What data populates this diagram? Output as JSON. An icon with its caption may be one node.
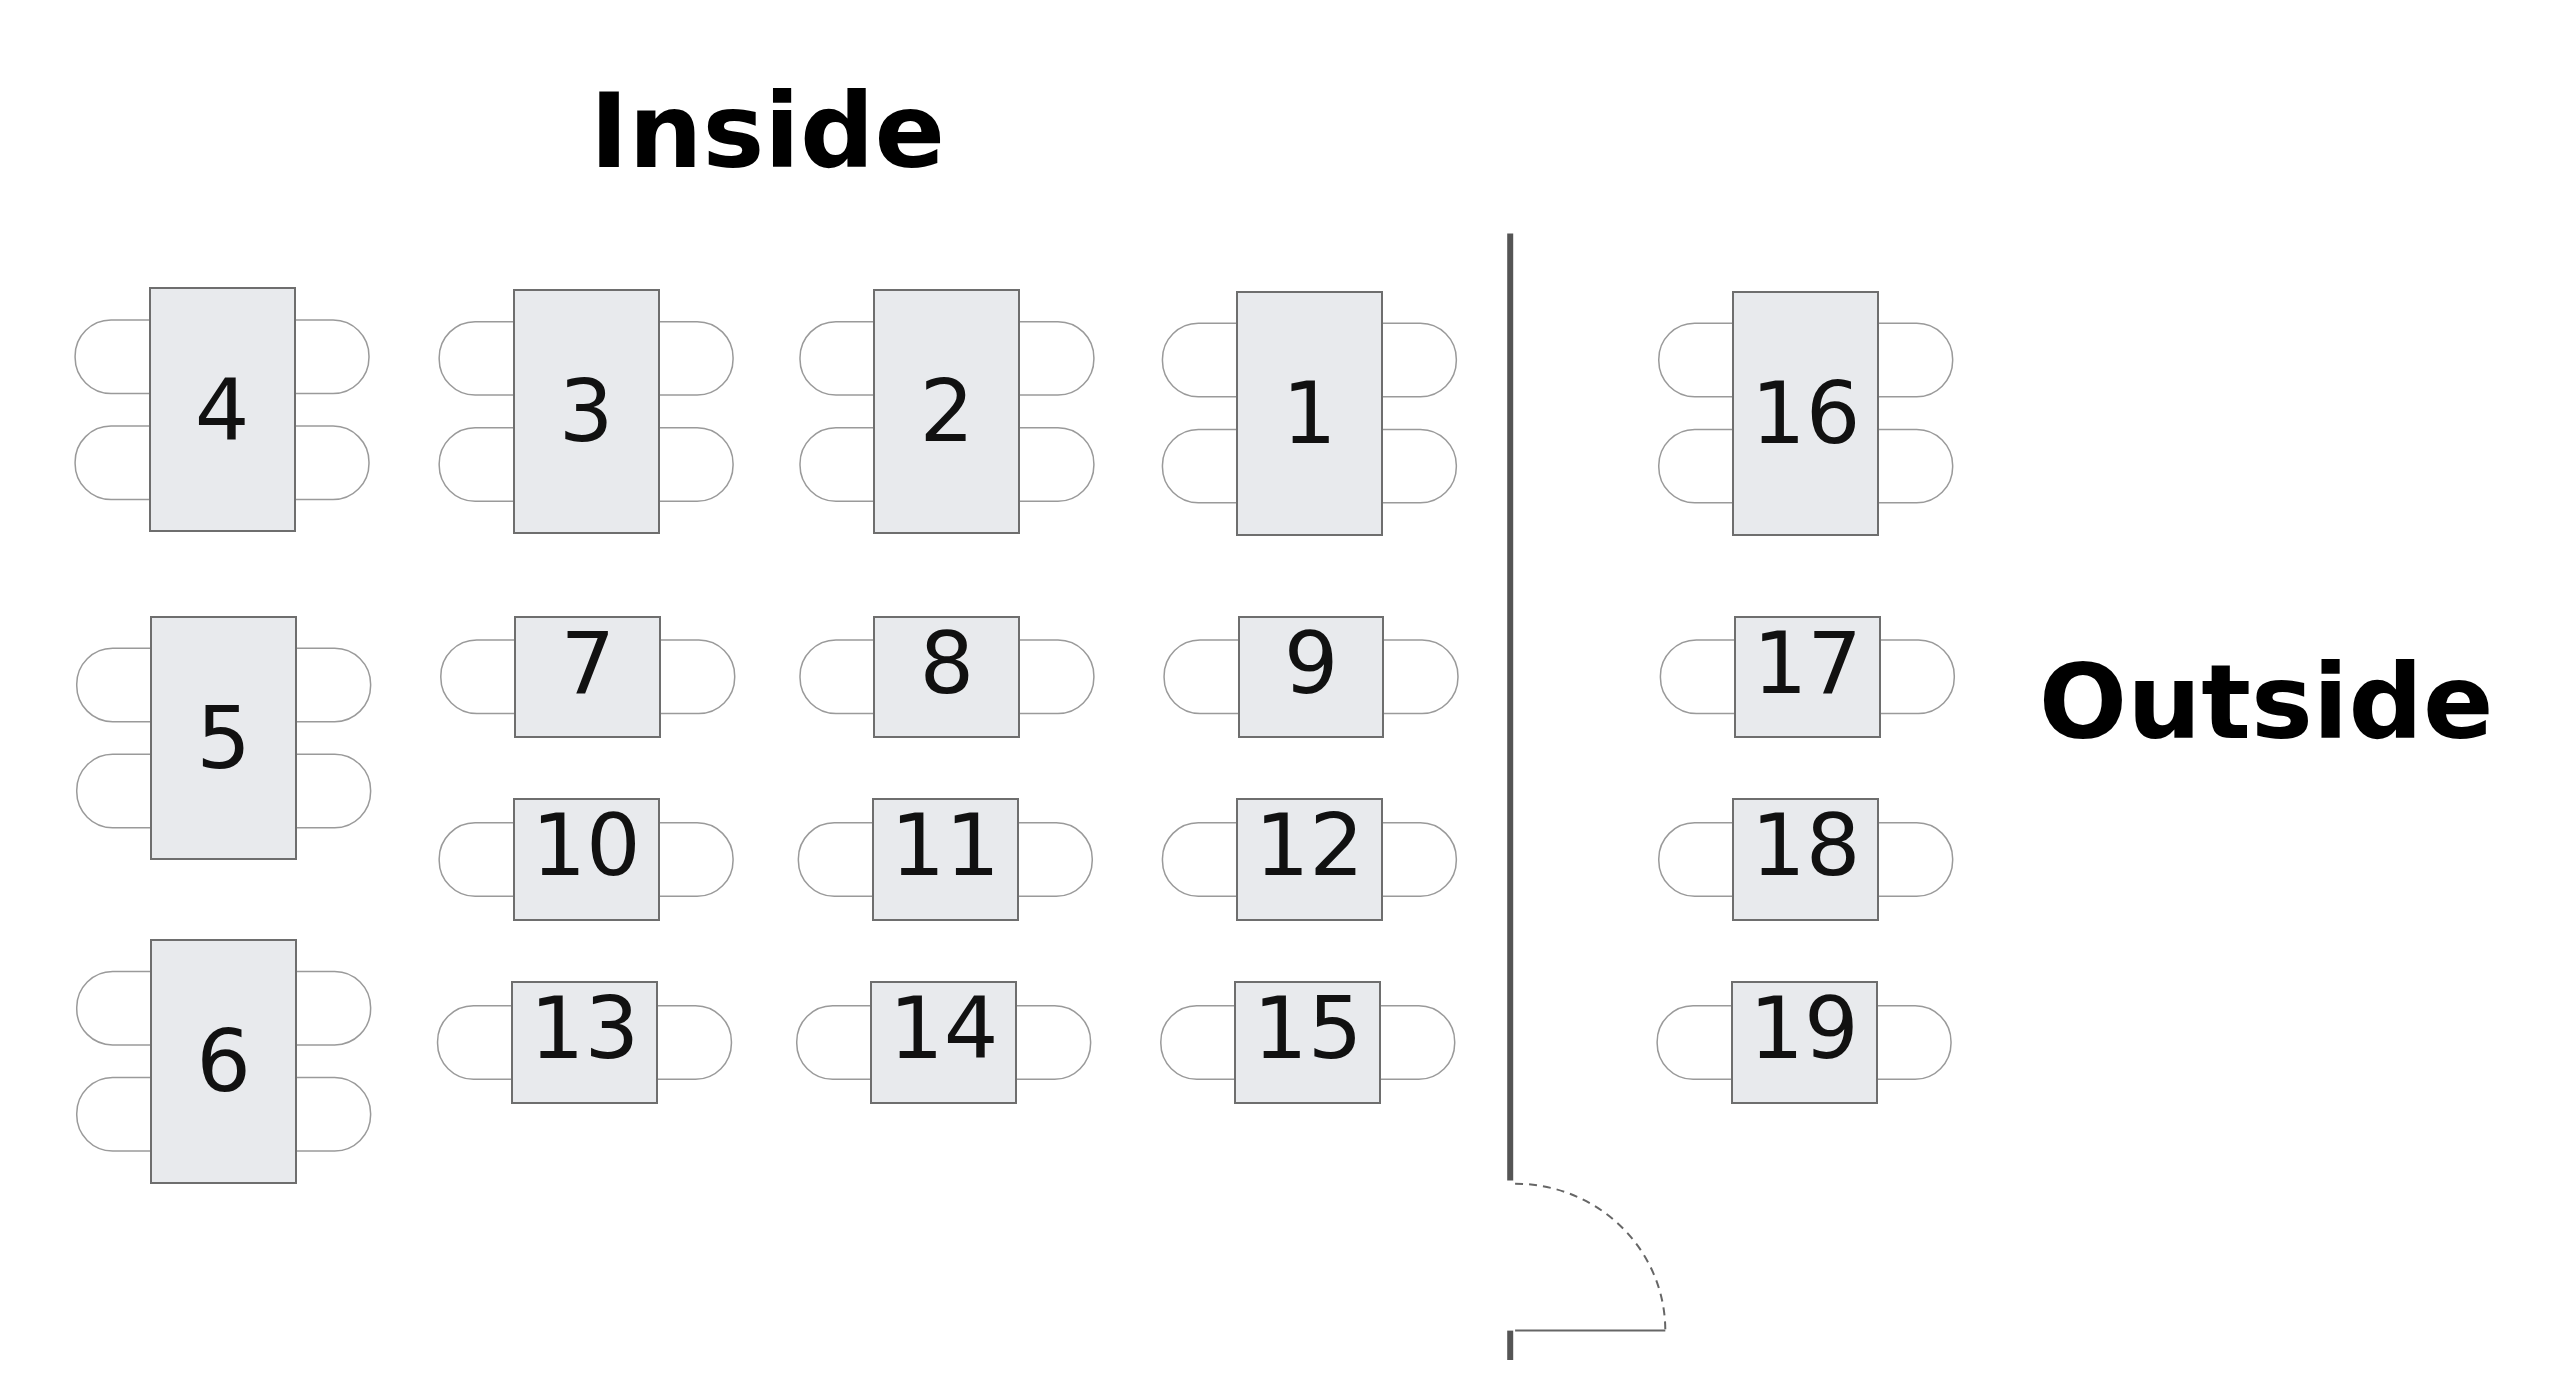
{
  "diagram": {
    "nodes": [
      {
        "text": [
          "4"
        ]
      },
      {
        "text": [
          "3"
        ]
      },
      {
        "text": [
          "2"
        ]
      },
      {
        "text": [
          "1"
        ]
      },
      {
        "text": [
          "16"
        ]
      },
      {
        "text": [
          "5"
        ]
      },
      {
        "text": [
          "7"
        ]
      },
      {
        "text": [
          "8"
        ]
      },
      {
        "text": [
          "9"
        ]
      },
      {
        "text": [
          "17"
        ]
      },
      {
        "text": [
          "10"
        ]
      },
      {
        "text": [
          "11"
        ]
      },
      {
        "text": [
          "12"
        ]
      },
      {
        "text": [
          "18"
        ]
      },
      {
        "text": [
          "6"
        ]
      },
      {
        "text": [
          "13"
        ]
      },
      {
        "text": [
          "14"
        ]
      },
      {
        "text": [
          "15"
        ]
      },
      {
        "text": [
          "19"
        ]
      }
    ],
    "labels": [
      "Inside",
      "Outside"
    ]
  }
}
